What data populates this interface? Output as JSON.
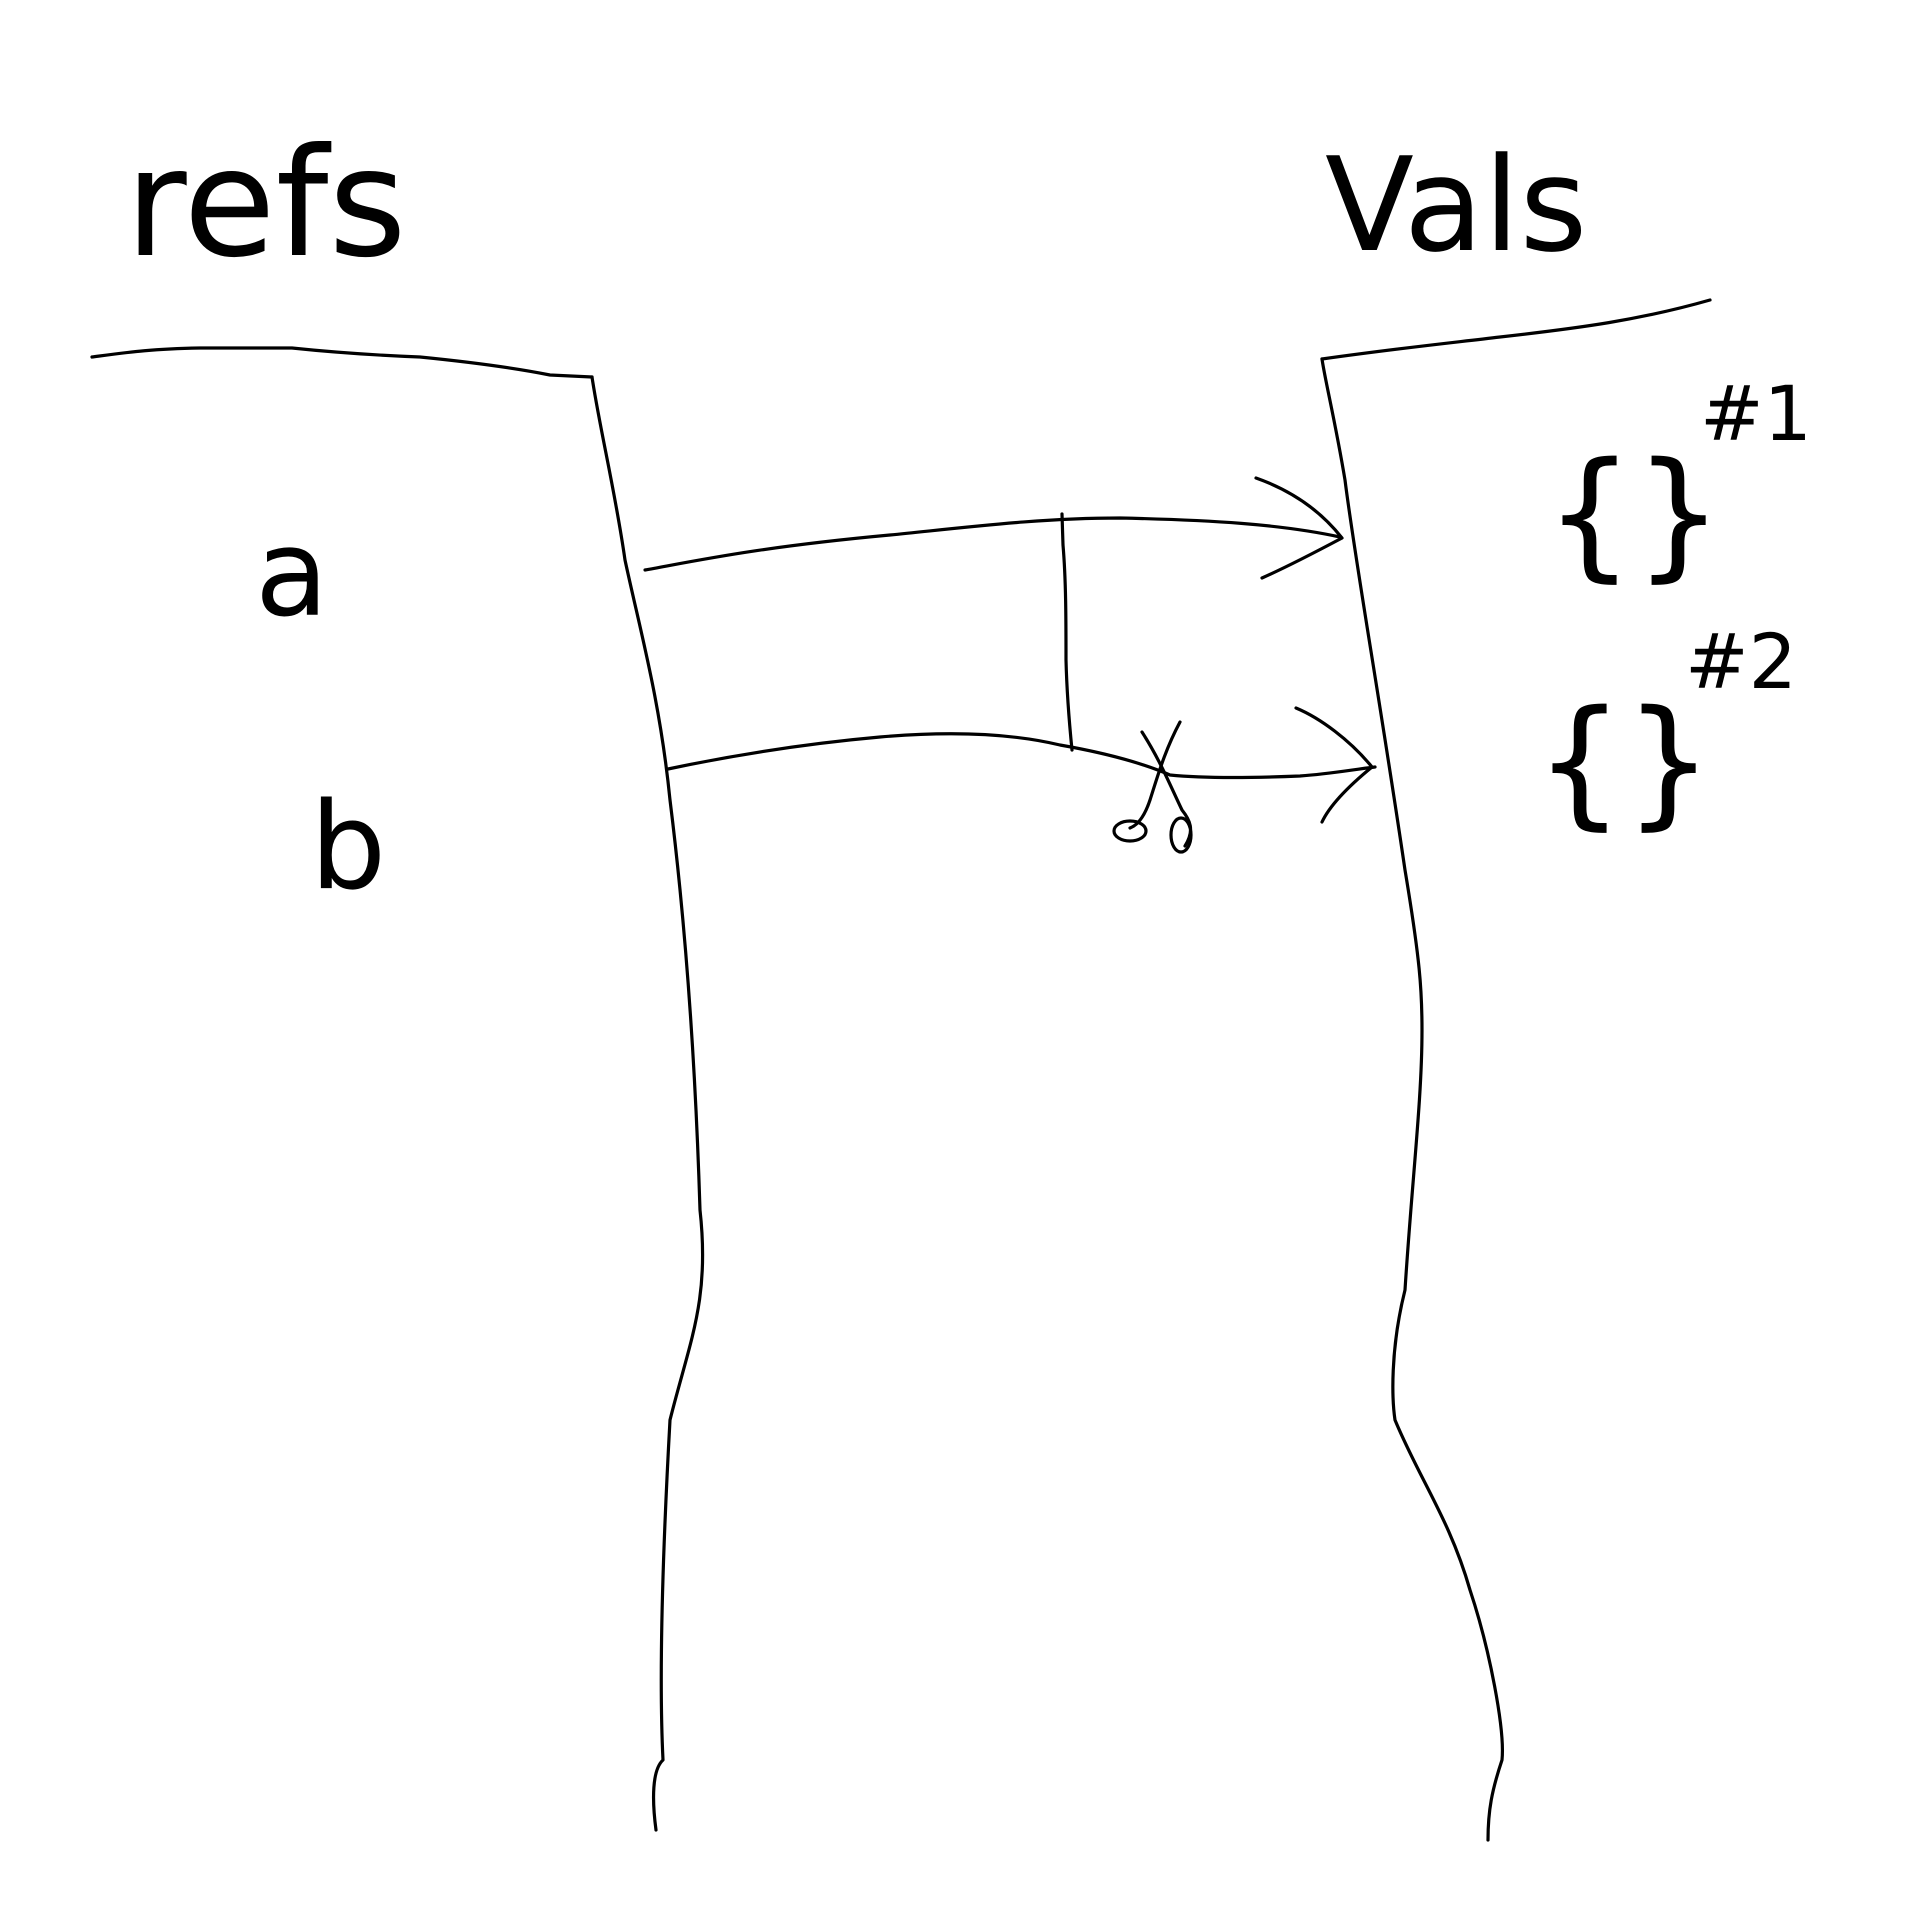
{
  "diagram": {
    "left_column": {
      "header": "refs",
      "items": [
        "a",
        "b"
      ]
    },
    "right_column": {
      "header": "Vals",
      "items": [
        {
          "value": "{}",
          "tag": "#1"
        },
        {
          "value": "{}",
          "tag": "#2"
        }
      ]
    },
    "cut_mark": "scissors-icon",
    "colors": {
      "ink": "#000000",
      "background": "#ffffff"
    }
  }
}
